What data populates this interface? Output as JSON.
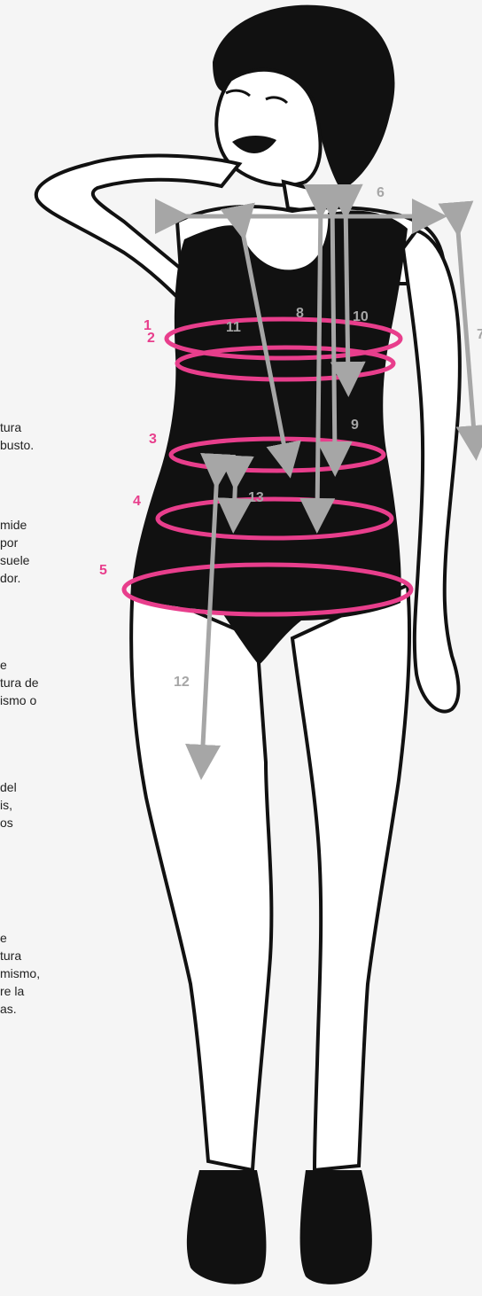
{
  "text_snippets": [
    "tura\nbusto.",
    "mide\npor\nsuele\ndor.",
    "e\ntura de\nismo o",
    "del\nis,\nos",
    "e\ntura\nmismo,\nre la\nas."
  ],
  "labels": {
    "n1": "1",
    "n2": "2",
    "n3": "3",
    "n4": "4",
    "n5": "5",
    "n6": "6",
    "n7": "7",
    "n8": "8",
    "n9": "9",
    "n10": "10",
    "n11": "11",
    "n12": "12",
    "n13": "13"
  },
  "colors": {
    "pink": "#e83e8c",
    "grey": "#a6a6a6",
    "body": "#111111",
    "background": "#f5f5f5"
  }
}
